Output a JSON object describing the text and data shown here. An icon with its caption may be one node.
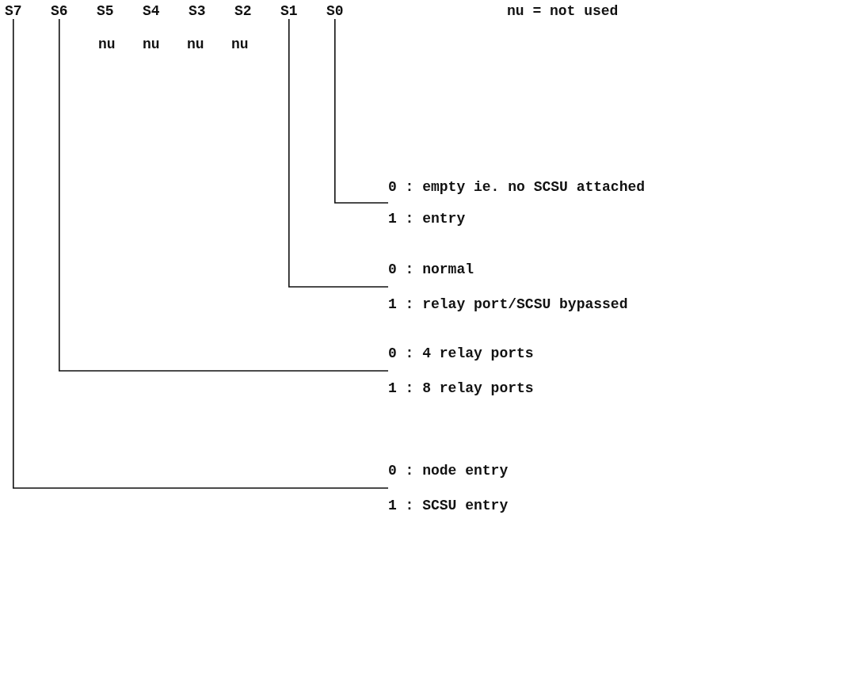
{
  "diagram": {
    "nodes": [
      {
        "text": [
          "S7"
        ]
      },
      {
        "text": [
          "S6"
        ]
      },
      {
        "text": [
          "S5"
        ]
      },
      {
        "text": [
          "S4"
        ]
      },
      {
        "text": [
          "S3"
        ]
      },
      {
        "text": [
          "S2"
        ]
      },
      {
        "text": [
          "S1"
        ]
      },
      {
        "text": [
          "S0"
        ]
      },
      {
        "text": [
          "0 : empty ie. no SCSU attached",
          "1 : entry"
        ]
      },
      {
        "text": [
          "0 : normal",
          "1 : relay port/SCSU bypassed"
        ]
      },
      {
        "text": [
          "0 : 4 relay ports",
          "1 : 8 relay ports"
        ]
      },
      {
        "text": [
          "0 : node entry",
          "1 : SCSU entry"
        ]
      }
    ],
    "edges": [
      {
        "from": 7,
        "to": 8,
        "arrow": "none"
      },
      {
        "from": 6,
        "to": 9,
        "arrow": "none"
      },
      {
        "from": 1,
        "to": 10,
        "arrow": "none"
      },
      {
        "from": 0,
        "to": 11,
        "arrow": "none"
      }
    ],
    "labels": [
      "nu = not used",
      "nu",
      "nu",
      "nu",
      "nu"
    ]
  }
}
